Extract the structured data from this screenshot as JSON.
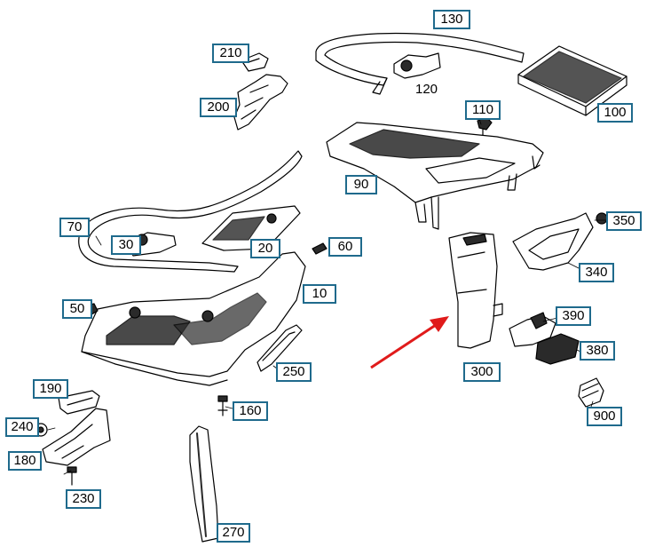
{
  "diagram": {
    "colors": {
      "line": "#000000",
      "callout_border": "#1f6a8c",
      "arrow": "#e01b1b",
      "fill_dark": "#2a2a2a",
      "fill_light": "#ffffff"
    },
    "callouts": [
      "130",
      "210",
      "200",
      "110",
      "100",
      "90",
      "70",
      "30",
      "20",
      "60",
      "350",
      "340",
      "50",
      "10",
      "390",
      "380",
      "300",
      "250",
      "190",
      "160",
      "240",
      "900",
      "180",
      "230",
      "270"
    ],
    "plain_labels": [
      "120"
    ],
    "highlighted_part": "300"
  }
}
